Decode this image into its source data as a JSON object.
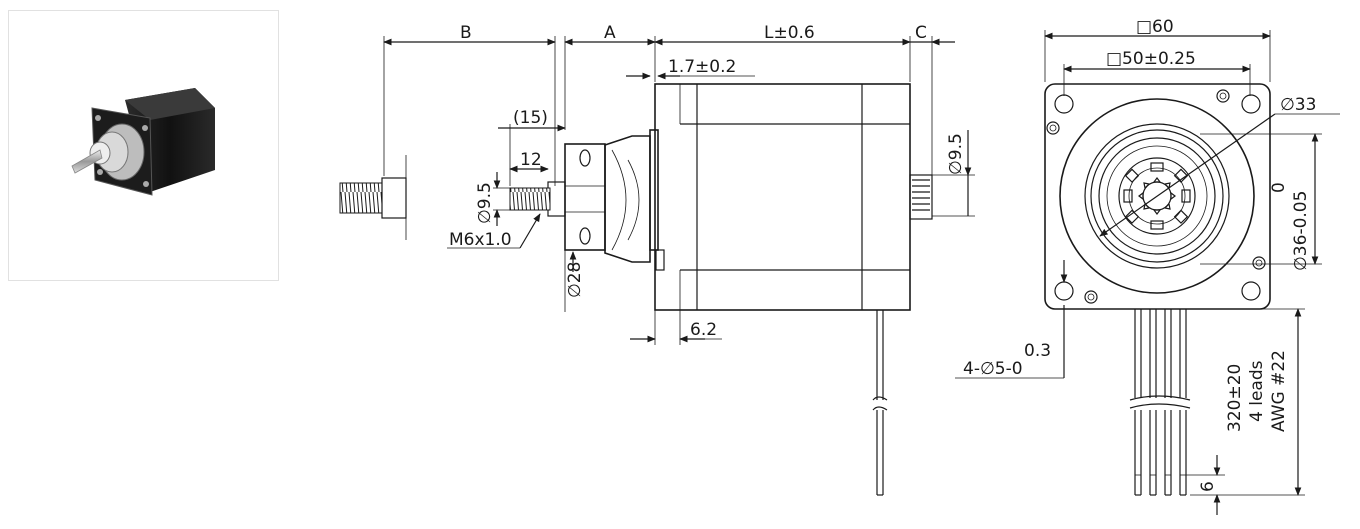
{
  "product_photo": {
    "alt": ""
  },
  "side_view": {
    "dim_B": "B",
    "dim_A": "A",
    "dim_L": "L±0.6",
    "dim_C": "C",
    "dim_flange": "1.7±0.2",
    "dim_15": "(15)",
    "dim_12": "12",
    "dim_d95_left": "∅9.5",
    "dim_thread": "M6x1.0",
    "dim_d28": "∅28",
    "dim_62": "6.2",
    "dim_d95_right": "∅9.5"
  },
  "front_view": {
    "dim_square60": "□60",
    "dim_square50": "□50±0.25",
    "dim_d33": "∅33",
    "dim_d36_top": "0",
    "dim_d36": "∅36-0.05",
    "dim_holes_tol": "0.3",
    "dim_holes": "4-∅5-0",
    "lead_length": "320±20",
    "lead_count": "4 leads",
    "lead_gauge": "AWG #22",
    "dim_6": "6"
  }
}
